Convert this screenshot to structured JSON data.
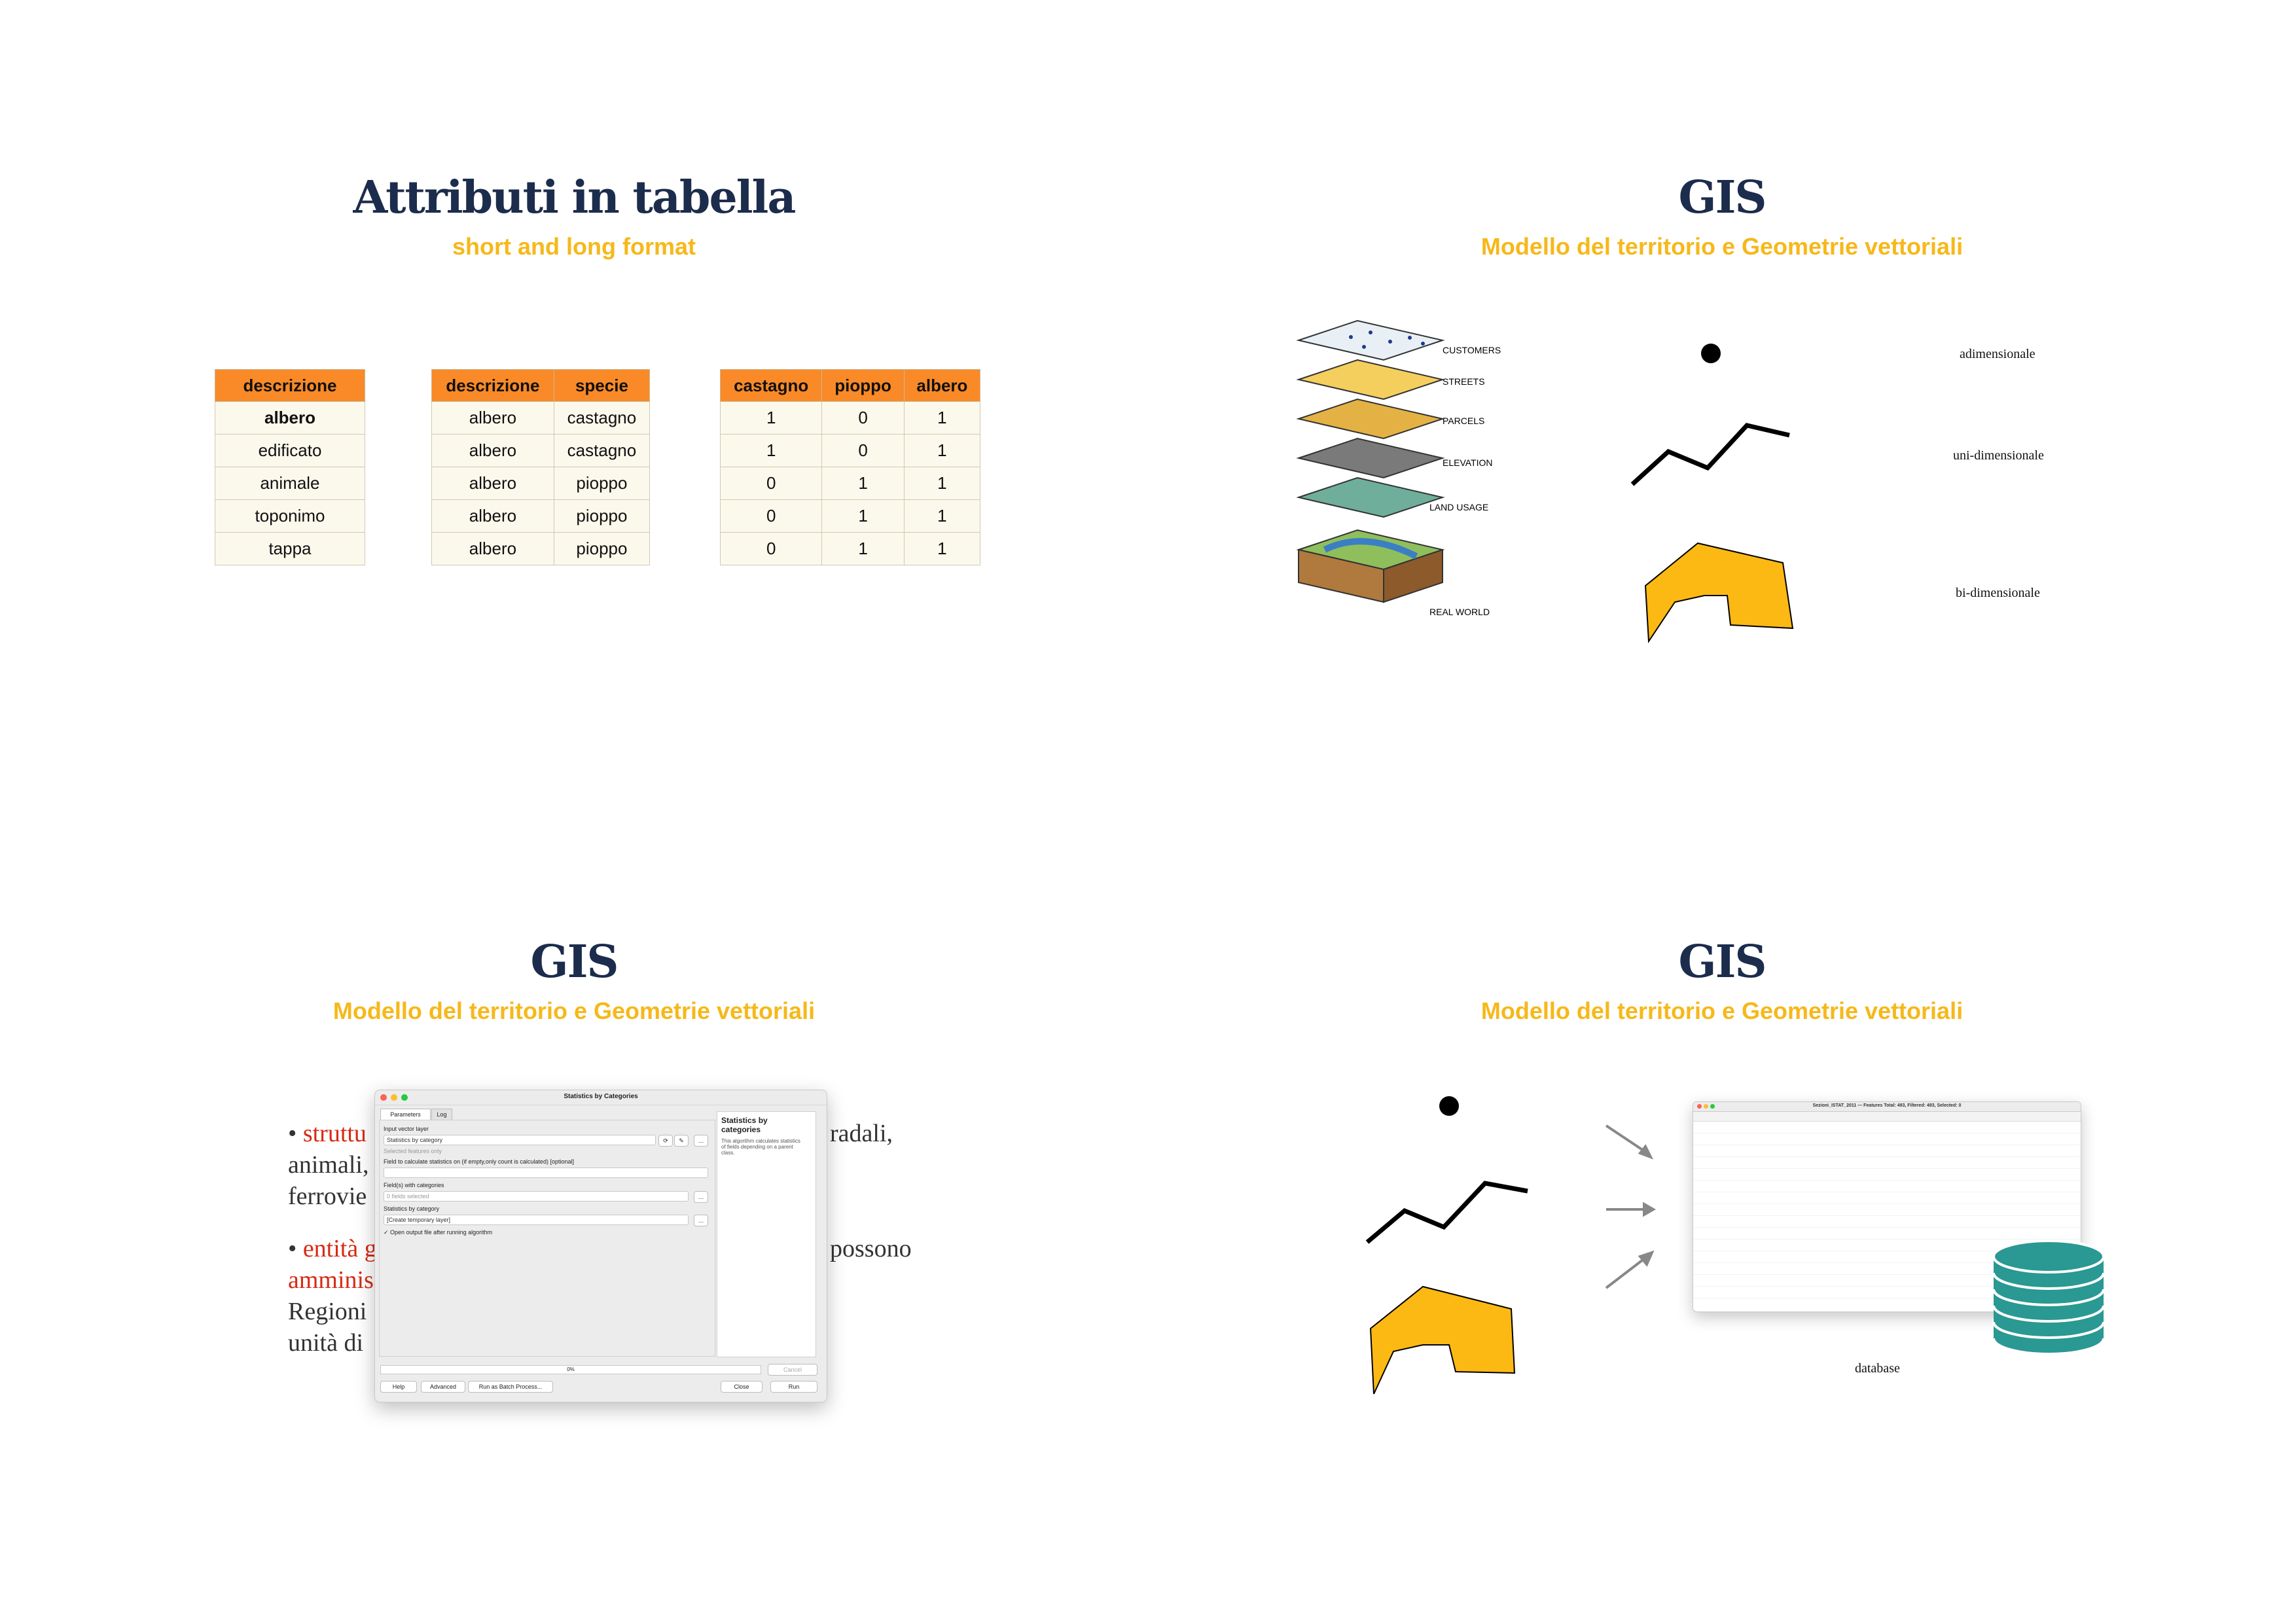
{
  "slide1": {
    "title": "Attributi in tabella",
    "subtitle": "short and long format",
    "table1": {
      "headers": [
        "descrizione"
      ],
      "rows": [
        [
          "albero"
        ],
        [
          "edificato"
        ],
        [
          "animale"
        ],
        [
          "toponimo"
        ],
        [
          "tappa"
        ]
      ]
    },
    "table2": {
      "headers": [
        "descrizione",
        "specie"
      ],
      "rows": [
        [
          "albero",
          "castagno"
        ],
        [
          "albero",
          "castagno"
        ],
        [
          "albero",
          "pioppo"
        ],
        [
          "albero",
          "pioppo"
        ],
        [
          "albero",
          "pioppo"
        ]
      ]
    },
    "table3": {
      "headers": [
        "castagno",
        "pioppo",
        "albero"
      ],
      "rows": [
        [
          "1",
          "0",
          "1"
        ],
        [
          "1",
          "0",
          "1"
        ],
        [
          "0",
          "1",
          "1"
        ],
        [
          "0",
          "1",
          "1"
        ],
        [
          "0",
          "1",
          "1"
        ]
      ]
    }
  },
  "slide2": {
    "title": "GIS",
    "subtitle": "Modello del territorio e Geometrie vettoriali",
    "layer_labels": [
      "CUSTOMERS",
      "STREETS",
      "PARCELS",
      "ELEVATION",
      "LAND USAGE",
      "REAL WORLD"
    ],
    "geometry_labels": [
      "adimensionale",
      "uni-dimensionale",
      "bi-dimensionale"
    ],
    "colors": {
      "polygon": "#fdb913",
      "dark": "#000000"
    }
  },
  "slide3": {
    "title": "GIS",
    "subtitle": "Modello del territorio e Geometrie vettoriali",
    "bullets": [
      {
        "red": "struttu",
        "rest_right": "radali,",
        "line2": "animali,",
        "line3": "ferrovie"
      },
      {
        "red": "entità g",
        "rest_right": "possono",
        "line2_red": "amminis",
        "line3": "Regioni",
        "line4": "unità di"
      }
    ],
    "dialog": {
      "window_title": "Statistics by Categories",
      "tabs": [
        "Parameters",
        "Log"
      ],
      "input_layer_label": "Input vector layer",
      "input_layer_value": "Statistics by category",
      "selected_only": "Selected features only",
      "field_stats_label": "Field to calculate statistics on (if empty,only count is calculated) [optional]",
      "fields_categories_label": "Field(s) with categories",
      "fields_categories_placeholder": "0 fields selected",
      "stats_category_label": "Statistics by category",
      "stats_category_value": "[Create temporary layer]",
      "open_output": "Open output file after running algorithm",
      "help_title": "Statistics by categories",
      "help_text": "This algorithm calculates statistics of fields depending on a parent class.",
      "progress": "0%",
      "cancel": "Cancel",
      "help_btn": "Help",
      "advanced_btn": "Advanced",
      "batch_btn": "Run as Batch Process...",
      "close_btn": "Close",
      "run_btn": "Run"
    }
  },
  "slide4": {
    "title": "GIS",
    "subtitle": "Modello del territorio e Geometrie vettoriali",
    "table_window_title": "Sezioni_ISTAT_2011 — Features Total: 493, Filtered: 493, Selected: 0",
    "db_label": "database",
    "colors": {
      "database": "#2a9893"
    }
  }
}
